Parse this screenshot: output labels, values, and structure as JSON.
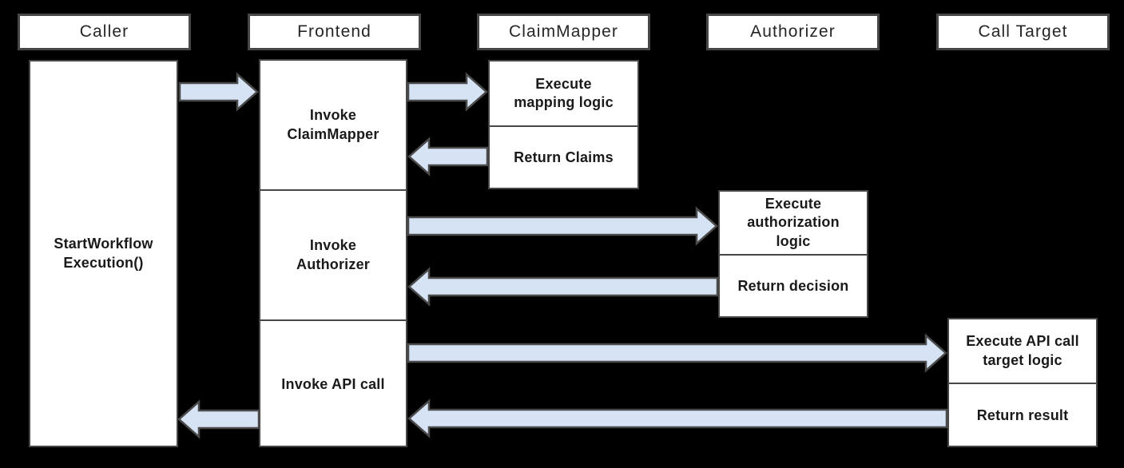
{
  "colors": {
    "background": "#000000",
    "box_fill": "#ffffff",
    "box_border": "#474747",
    "arrow_fill": "#d5e3f4",
    "arrow_border": "#4a4a4a",
    "text": "#1a1a1a"
  },
  "actors": [
    {
      "label": "Caller"
    },
    {
      "label": "Frontend"
    },
    {
      "label": "ClaimMapper"
    },
    {
      "label": "Authorizer"
    },
    {
      "label": "Call Target"
    }
  ],
  "caller": {
    "activation_label": "StartWorkflow\nExecution()"
  },
  "frontend": {
    "steps": [
      "Invoke\nClaimMapper",
      "Invoke\nAuthorizer",
      "Invoke API call"
    ]
  },
  "claim_mapper": {
    "execute_label": "Execute\nmapping logic",
    "return_label": "Return Claims"
  },
  "authorizer": {
    "execute_label": "Execute\nauthorization\nlogic",
    "return_label": "Return decision"
  },
  "call_target": {
    "execute_label": "Execute API call\ntarget logic",
    "return_label": "Return result"
  },
  "flows": [
    {
      "from": "Caller",
      "to": "Frontend",
      "direction": "right"
    },
    {
      "from": "Frontend",
      "to": "ClaimMapper",
      "direction": "right"
    },
    {
      "from": "ClaimMapper",
      "to": "Frontend",
      "direction": "left"
    },
    {
      "from": "Frontend",
      "to": "Authorizer",
      "direction": "right"
    },
    {
      "from": "Authorizer",
      "to": "Frontend",
      "direction": "left"
    },
    {
      "from": "Frontend",
      "to": "Call Target",
      "direction": "right"
    },
    {
      "from": "Call Target",
      "to": "Frontend",
      "direction": "left"
    },
    {
      "from": "Frontend",
      "to": "Caller",
      "direction": "left"
    }
  ]
}
